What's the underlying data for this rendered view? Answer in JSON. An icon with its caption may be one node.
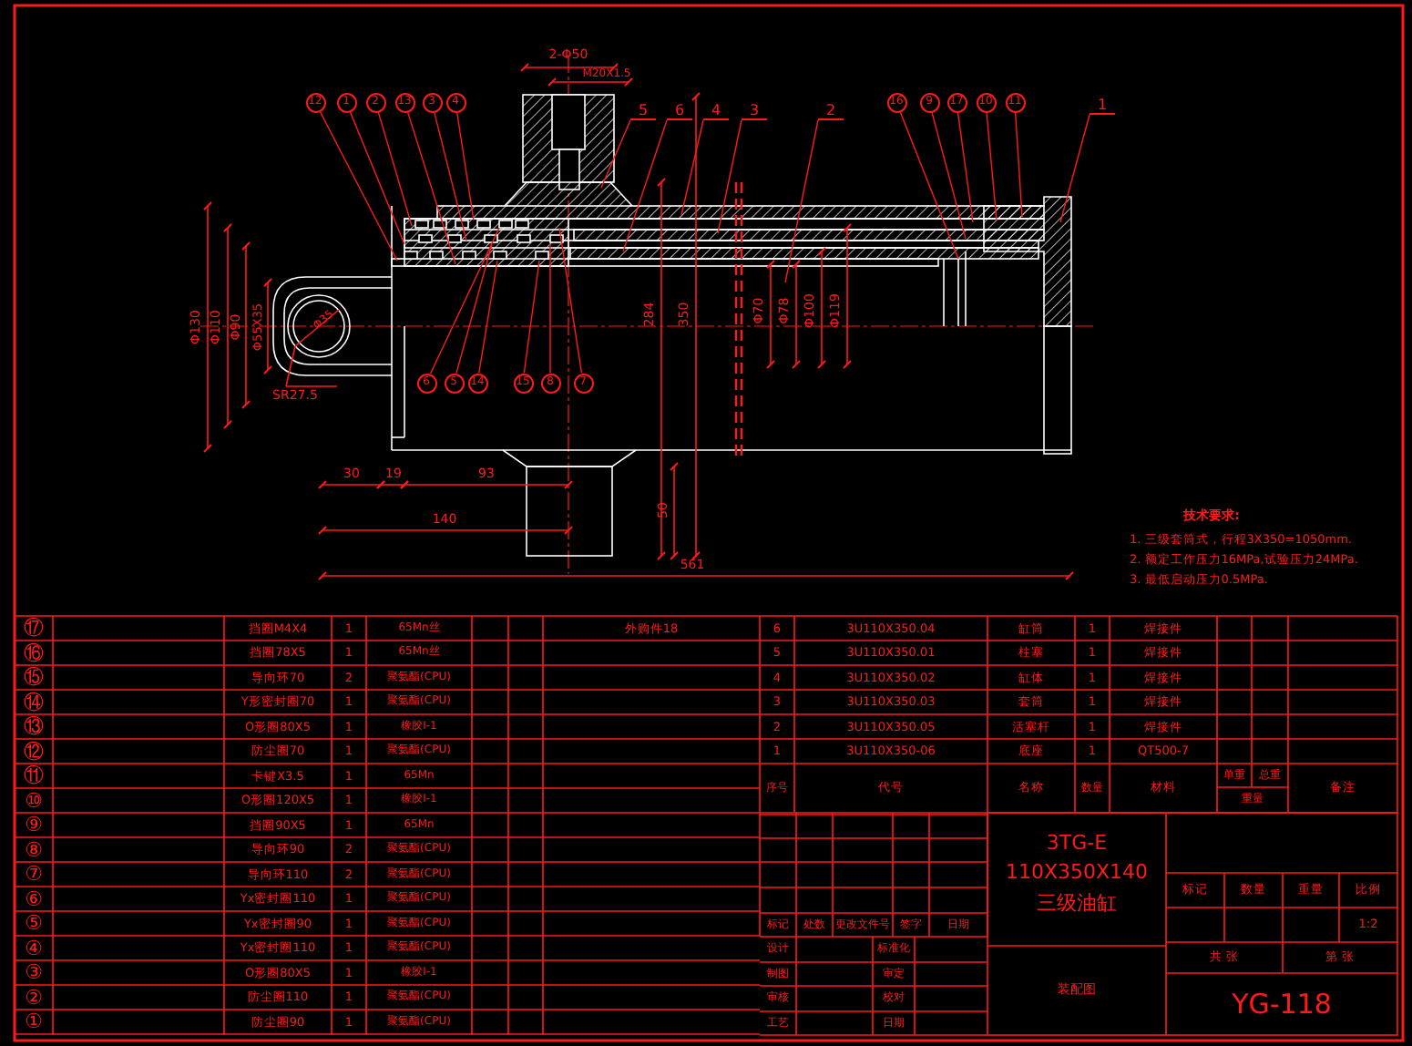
{
  "diagram": {
    "nodes": [
      {
        "text": [
          "12"
        ]
      },
      {
        "text": [
          "1"
        ]
      },
      {
        "text": [
          "2"
        ]
      },
      {
        "text": [
          "13"
        ]
      },
      {
        "text": [
          "3"
        ]
      },
      {
        "text": [
          "4"
        ]
      },
      {
        "text": [
          "5"
        ]
      },
      {
        "text": [
          "6"
        ]
      },
      {
        "text": [
          "4"
        ]
      },
      {
        "text": [
          "3"
        ]
      },
      {
        "text": [
          "2"
        ]
      },
      {
        "text": [
          "16"
        ]
      },
      {
        "text": [
          "9"
        ]
      },
      {
        "text": [
          "17"
        ]
      },
      {
        "text": [
          "10"
        ]
      },
      {
        "text": [
          "11"
        ]
      },
      {
        "text": [
          "1"
        ]
      },
      {
        "text": [
          "6"
        ]
      },
      {
        "text": [
          "5"
        ]
      },
      {
        "text": [
          "14"
        ]
      },
      {
        "text": [
          "15"
        ]
      },
      {
        "text": [
          "8"
        ]
      },
      {
        "text": [
          "7"
        ]
      }
    ],
    "edges": [
      {
        "from": 0,
        "to": null,
        "arrow": "none"
      },
      {
        "from": 1,
        "to": null,
        "arrow": "none"
      },
      {
        "from": 2,
        "to": null,
        "arrow": "none"
      },
      {
        "from": 3,
        "to": null,
        "arrow": "none"
      },
      {
        "from": 4,
        "to": null,
        "arrow": "none"
      },
      {
        "from": 5,
        "to": null,
        "arrow": "none"
      },
      {
        "from": 6,
        "to": null,
        "arrow": "none"
      },
      {
        "from": 7,
        "to": null,
        "arrow": "none"
      },
      {
        "from": 8,
        "to": null,
        "arrow": "none"
      },
      {
        "from": 9,
        "to": null,
        "arrow": "none"
      },
      {
        "from": 10,
        "to": null,
        "arrow": "none"
      },
      {
        "from": 11,
        "to": null,
        "arrow": "none"
      },
      {
        "from": 12,
        "to": null,
        "arrow": "none"
      },
      {
        "from": 13,
        "to": null,
        "arrow": "none"
      },
      {
        "from": 14,
        "to": null,
        "arrow": "none"
      },
      {
        "from": 15,
        "to": null,
        "arrow": "none"
      },
      {
        "from": 16,
        "to": null,
        "arrow": "none"
      },
      {
        "from": 17,
        "to": null,
        "arrow": "none"
      },
      {
        "from": 18,
        "to": null,
        "arrow": "none"
      },
      {
        "from": 19,
        "to": null,
        "arrow": "none"
      },
      {
        "from": 20,
        "to": null,
        "arrow": "none"
      },
      {
        "from": 21,
        "to": null,
        "arrow": "none"
      },
      {
        "from": 22,
        "to": null,
        "arrow": "none"
      }
    ],
    "labels": [
      "2-Φ50",
      "M20X1.5",
      "Φ130",
      "Φ110",
      "Φ90",
      "Φ55X35",
      "Φ35",
      "SR27.5",
      "284",
      "350",
      "Φ70",
      "Φ78",
      "Φ100",
      "Φ119",
      "30",
      "19",
      "93",
      "140",
      "50",
      "561",
      "技术要求:",
      "1. 三级套筒式，行程3X350=1050mm.",
      "2. 额定工作压力16MPa,试验压力24MPa.",
      "3. 最低启动压力0.5MPa.",
      "⑰",
      "挡圈M4X4",
      "1",
      "65Mn丝",
      "⑯",
      "挡圈78X5",
      "1",
      "65Mn丝",
      "⑮",
      "导向环70",
      "2",
      "聚氨酯(CPU)",
      "⑭",
      "Y形密封圈70",
      "1",
      "聚氨酯(CPU)",
      "⑬",
      "O形圈80X5",
      "1",
      "橡胶I-1",
      "⑫",
      "防尘圈70",
      "1",
      "聚氨酯(CPU)",
      "⑪",
      "卡键X3.5",
      "1",
      "65Mn",
      "⑩",
      "O形圈120X5",
      "1",
      "橡胶I-1",
      "⑨",
      "挡圈90X5",
      "1",
      "65Mn",
      "⑧",
      "导向环90",
      "2",
      "聚氨酯(CPU)",
      "⑦",
      "导向环110",
      "2",
      "聚氨酯(CPU)",
      "⑥",
      "Yx密封圈110",
      "1",
      "聚氨酯(CPU)",
      "⑤",
      "Yx密封圈90",
      "1",
      "聚氨酯(CPU)",
      "④",
      "Yx密封圈110",
      "1",
      "聚氨酯(CPU)",
      "③",
      "O形圈80X5",
      "1",
      "橡胶I-1",
      "②",
      "防尘圈110",
      "1",
      "聚氨酯(CPU)",
      "①",
      "防尘圈90",
      "1",
      "聚氨酯(CPU)",
      "外购件18",
      "6",
      "3U110X350.04",
      "缸筒",
      "1",
      "焊接件",
      "5",
      "3U110X350.01",
      "柱塞",
      "1",
      "焊接件",
      "4",
      "3U110X350.02",
      "缸体",
      "1",
      "焊接件",
      "3",
      "3U110X350.03",
      "套筒",
      "1",
      "焊接件",
      "2",
      "3U110X350.05",
      "活塞杆",
      "1",
      "焊接件",
      "1",
      "3U110X350-06",
      "底座",
      "1",
      "QT500-7",
      "序号",
      "代号",
      "名称",
      "数量",
      "材料",
      "单重",
      "总重",
      "重量",
      "备注",
      "标记",
      "处数",
      "更改文件号",
      "签字",
      "日期",
      "设计",
      "标准化",
      "制图",
      "审定",
      "审核",
      "校对",
      "工艺",
      "日期",
      "3TG-E",
      "110X350X140",
      "三级油缸",
      "装配图",
      "标记",
      "数量",
      "重量",
      "比例",
      "1:2",
      "共 张",
      "第 张",
      "YG-118"
    ]
  }
}
